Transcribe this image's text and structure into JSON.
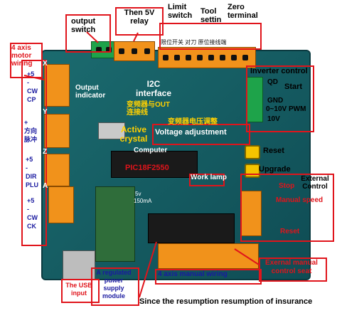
{
  "labels": {
    "output_switch": "output\nswitch",
    "relay": "Then 5V\nrelay",
    "limit_switch": "Limit\nswitch",
    "tool_setting": "Tool\nsettin",
    "zero_terminal": "Zero\nterminal",
    "limit_cn": "限位开关  对刀  原位接线端",
    "motor_wiring": "4 axis\nmotor\nwiring",
    "output_indicator": "Output\nindicator",
    "i2c": "I2C\ninterface",
    "i2c_cn": "变频器与OUT\n连接线",
    "voltage_cn": "变频器电压调整",
    "active_crystal": "Active\ncrystal",
    "voltage_adjustment": "Voltage adjustment",
    "computer": "Computer",
    "pic": "PIC18F2550",
    "work_lamp": "Work lamp",
    "inverter_control": "Inverter control",
    "qd": "QD",
    "start": "Start",
    "gnd": "GND",
    "pwm": "0~10V PWM",
    "ten_v": "10V",
    "reset": "Reset",
    "upgrade": "Upgrade",
    "external_control": "External\nControl",
    "stop": "Stop",
    "manual_speed": "Manual speed",
    "reset2": "Reset",
    "manual_wiring": "4  axis manual wiring",
    "external_manual_seat": "Exernal manual\ncontrol seat",
    "usb_input": "The USB\ninput",
    "regulated_supply": "A regulated\npuwer\nsupply\nmodule",
    "insurance_caption": "Since the resumption resumption of insurance",
    "axis_x": "X",
    "axis_y": "Y",
    "axis_z": "Z",
    "axis_a": "A",
    "left_pins_x": "+5\n-\nCW\nCP",
    "left_pins_y": "+\n方向\n脉冲",
    "left_pins_z": "+5\n-\nDIR\nPLU",
    "left_pins_a": "+5\n-\nCW\nCK",
    "chip_5v": "5v",
    "chip_150ma": "150mA"
  },
  "colors": {
    "accent_red": "#e0141b",
    "board": "#13585f",
    "connector_orange": "#f1921b",
    "connector_green": "#1ea34a"
  }
}
